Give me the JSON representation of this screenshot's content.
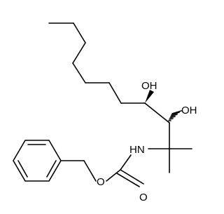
{
  "molecule": {
    "atom_labels": {
      "oh_upper": "OH",
      "oh_lower": "OH",
      "nh": "HN",
      "ester_o": "O",
      "carbonyl_o": "O"
    },
    "stereo": {
      "upper_oh": "wedge",
      "lower_oh": "hash"
    }
  }
}
